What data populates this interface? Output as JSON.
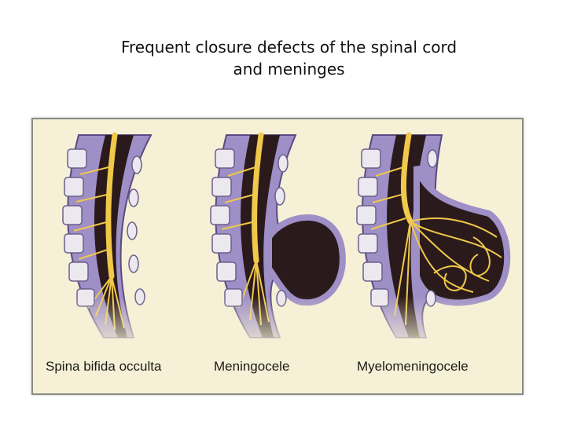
{
  "title": {
    "line1": "Frequent closure defects of the spinal cord",
    "line2": "and meninges"
  },
  "panels": [
    {
      "label": "Spina bifida occulta"
    },
    {
      "label": "Meningocele"
    },
    {
      "label": "Myelomeningocele"
    }
  ],
  "colors": {
    "background": "#f6f1d6",
    "meninges": "#9e8fc6",
    "meninges_outline": "#5a4a84",
    "csf_sac": "#2b1a1c",
    "nerves": "#f0c94a",
    "vertebrae": "#ece8f0"
  }
}
